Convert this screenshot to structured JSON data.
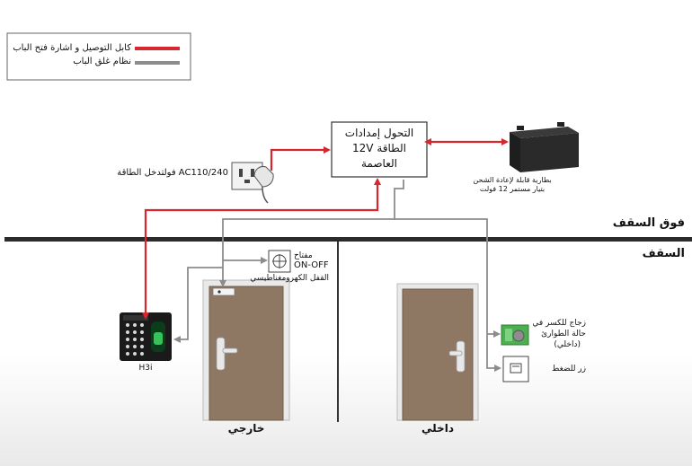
{
  "legend": {
    "items": [
      {
        "label": "كابل التوصيل و اشارة فتح الباب",
        "color": "#d7262e"
      },
      {
        "label": "نظام غلق الباب",
        "color": "#8c8c8c"
      }
    ]
  },
  "power_supply": {
    "lines": [
      "التحول إمدادات",
      "الطاقة 12V",
      "العاصمة"
    ]
  },
  "ac_input": {
    "label": "AC110/240 فولتدخل الطاقة"
  },
  "battery": {
    "lines": [
      "بطارية قابلة لإعادة الشحن",
      "بتيار مستمر 12 فولت"
    ]
  },
  "zones": {
    "above_ceiling": "فوق السقف",
    "ceiling": "السقف"
  },
  "switch": {
    "lines": [
      "مفتاح",
      "ON-OFF"
    ]
  },
  "maglock": {
    "label": "القفل الكهرومغناطيسي"
  },
  "reader": {
    "label": "H3i"
  },
  "break_glass": {
    "lines": [
      "زجاج للكسر في",
      "حالة الطوارئ",
      "(داخلي)"
    ]
  },
  "push_button": {
    "label": "زر للضغط"
  },
  "doors": {
    "outside": "خارجي",
    "inside": "داخلي"
  },
  "colors": {
    "red": "#d7262e",
    "gray": "#8c8c8c",
    "door": "#8e7763",
    "door_frame": "#e8e8e8",
    "glass_green": "#4caf50"
  }
}
